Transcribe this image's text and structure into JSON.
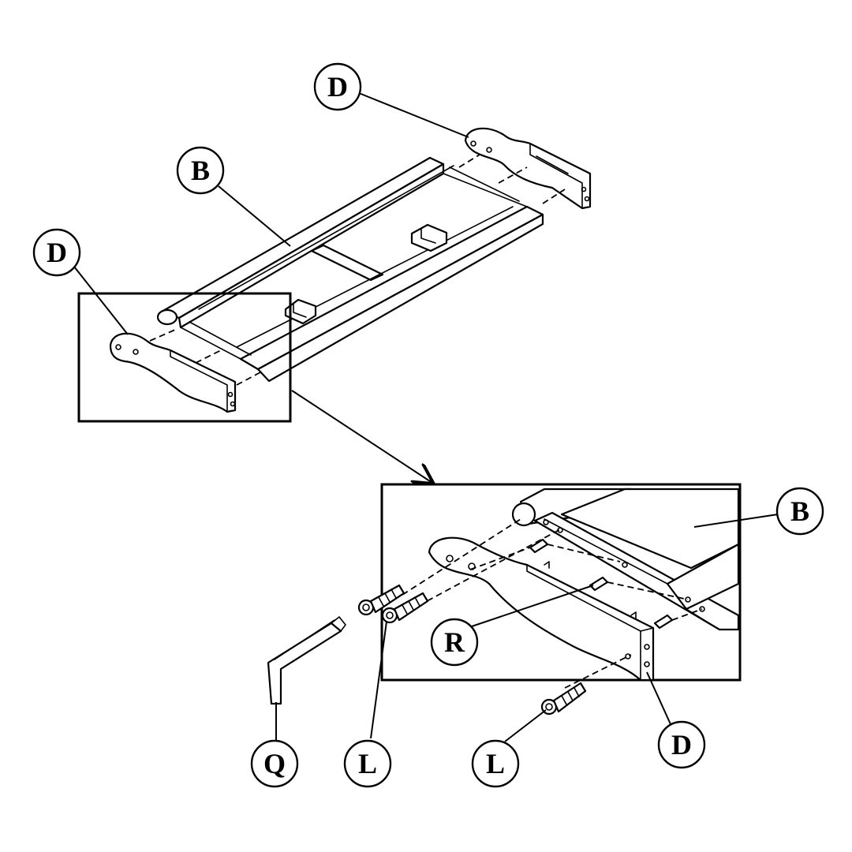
{
  "labels": {
    "d_top": "D",
    "b_top": "B",
    "d_left": "D",
    "b_detail": "B",
    "r_detail": "R",
    "q_wrench": "Q",
    "l_left": "L",
    "l_right": "L",
    "d_detail": "D"
  },
  "icons": {
    "allen_key": "allen-wrench-icon",
    "bolt": "bolt-icon",
    "dowel": "dowel-pin-icon"
  }
}
